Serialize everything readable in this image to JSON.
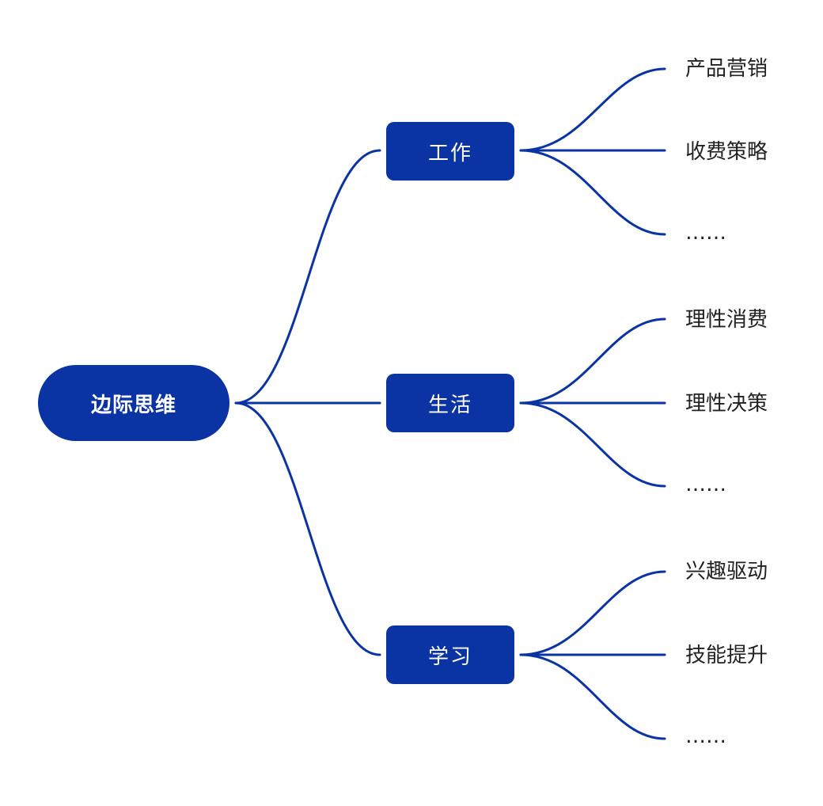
{
  "root": {
    "label": "边际思维"
  },
  "branches": [
    {
      "label": "工作",
      "leaves": [
        "产品营销",
        "收费策略",
        "……"
      ]
    },
    {
      "label": "生活",
      "leaves": [
        "理性消费",
        "理性决策",
        "……"
      ]
    },
    {
      "label": "学习",
      "leaves": [
        "兴趣驱动",
        "技能提升",
        "……"
      ]
    }
  ],
  "colors": {
    "node": "#0a33a3",
    "link": "#0a33a3",
    "leaf_text": "#222222",
    "background": "#ffffff"
  }
}
